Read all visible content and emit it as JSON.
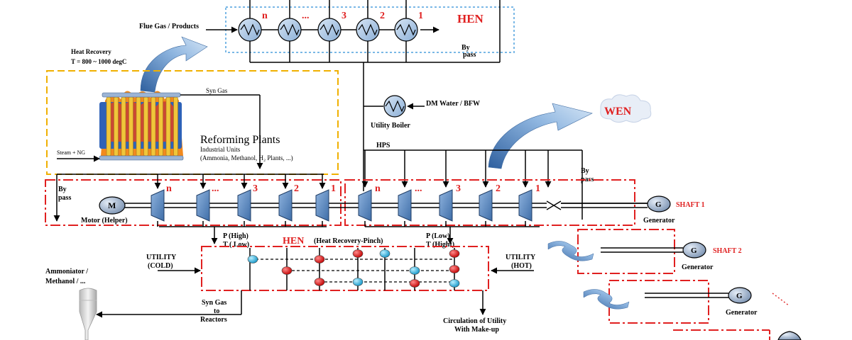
{
  "hen_top": {
    "title": "HEN",
    "exchanger_numbers": [
      "n",
      "...",
      "3",
      "2",
      "1"
    ],
    "flue_gas_label": "Flue Gas / Products",
    "bypass_line1": "By",
    "bypass_line2": "pass"
  },
  "heat_recovery": {
    "line1": "Heat Recovery",
    "line2": "T = 800 ~ 1000 degC"
  },
  "reformer": {
    "syn_gas": "Syn Gas",
    "steam_ng": "Steam + NG",
    "title": "Reforming Plants",
    "subtitle": "Industrial Units",
    "units": "(Ammonia, Methanol, H₂ Plants, ...)"
  },
  "utility_boiler": {
    "label": "Utility Boiler",
    "feed": "DM Water / BFW"
  },
  "wen": {
    "label": "WEN"
  },
  "steam": {
    "hps": "HPS",
    "bypass_line1": "By",
    "bypass_line2": "pass"
  },
  "compressor_train": {
    "bypass_line1": "By",
    "bypass_line2": "pass",
    "numbers": [
      "n",
      "...",
      "3",
      "2",
      "1"
    ],
    "motor_letter": "M",
    "motor_label": "Motor (Helper)"
  },
  "turbine_train": {
    "numbers": [
      "n",
      "...",
      "3",
      "2",
      "1"
    ]
  },
  "shafts": [
    {
      "letter": "G",
      "shaft_label": "SHAFT 1",
      "generator_label": "Generator"
    },
    {
      "letter": "G",
      "shaft_label": "SHAFT 2",
      "generator_label": "Generator"
    },
    {
      "letter": "G",
      "shaft_label": "",
      "generator_label": "Generator"
    }
  ],
  "hen_pinch": {
    "title": "HEN",
    "subtitle": "(Heat Recovery-Pinch)",
    "p_high_1": "P (High)",
    "p_high_2": "T ( Low)",
    "p_low_1": "P (Low)",
    "p_low_2": "T (Hight)",
    "utility_cold_1": "UTILITY",
    "utility_cold_2": "(COLD)",
    "utility_hot_1": "UTILITY",
    "utility_hot_2": "(HOT)",
    "syn_gas_1": "Syn Gas",
    "syn_gas_2": "to",
    "syn_gas_3": "Reactors",
    "circulation_1": "Circulation of Utility",
    "circulation_2": "With Make-up"
  },
  "ammoniator": {
    "line1": "Ammoniator /",
    "line2": "Methanol / ..."
  },
  "colors": {
    "line": "#000000",
    "red_dash": "#e02020",
    "blue_dash": "#7ab8e6",
    "yellow_dash": "#f0b000",
    "equipment_blue": "#5b8cc4",
    "hot_node": "#d81e1e",
    "cold_node": "#29b4e0"
  }
}
